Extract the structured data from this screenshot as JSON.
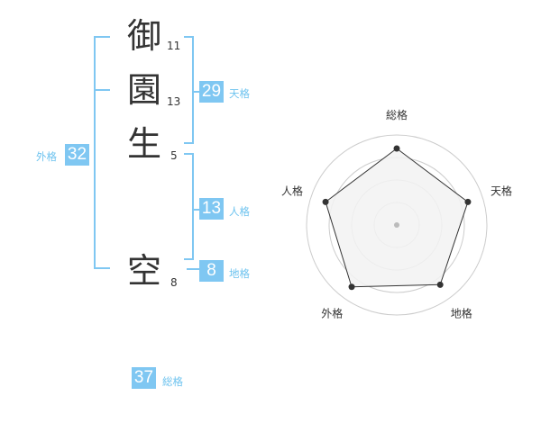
{
  "name_chars": [
    {
      "char": "御",
      "strokes": "11"
    },
    {
      "char": "園",
      "strokes": "13"
    },
    {
      "char": "生",
      "strokes": "5"
    },
    {
      "char": "空",
      "strokes": "8"
    }
  ],
  "kakusu": {
    "tenkaku": {
      "value": "29",
      "label": "天格"
    },
    "jinkaku": {
      "value": "13",
      "label": "人格"
    },
    "chikaku": {
      "value": "8",
      "label": "地格"
    },
    "gaikaku": {
      "value": "32",
      "label": "外格"
    },
    "soukaku": {
      "value": "37",
      "label": "総格"
    }
  },
  "radar": {
    "axes": [
      "総格",
      "天格",
      "地格",
      "外格",
      "人格"
    ],
    "values": [
      0.85,
      0.83,
      0.82,
      0.85,
      0.83
    ],
    "rings": 4,
    "colors": {
      "polygon_fill": "#f2f2f2",
      "polygon_stroke": "#333333",
      "ring_stroke": "#cccccc",
      "point": "#333333",
      "center": "#bbbbbb"
    }
  },
  "colors": {
    "accent": "#7fc7f2",
    "accent_text": "#6ec3ef",
    "text": "#333333"
  }
}
